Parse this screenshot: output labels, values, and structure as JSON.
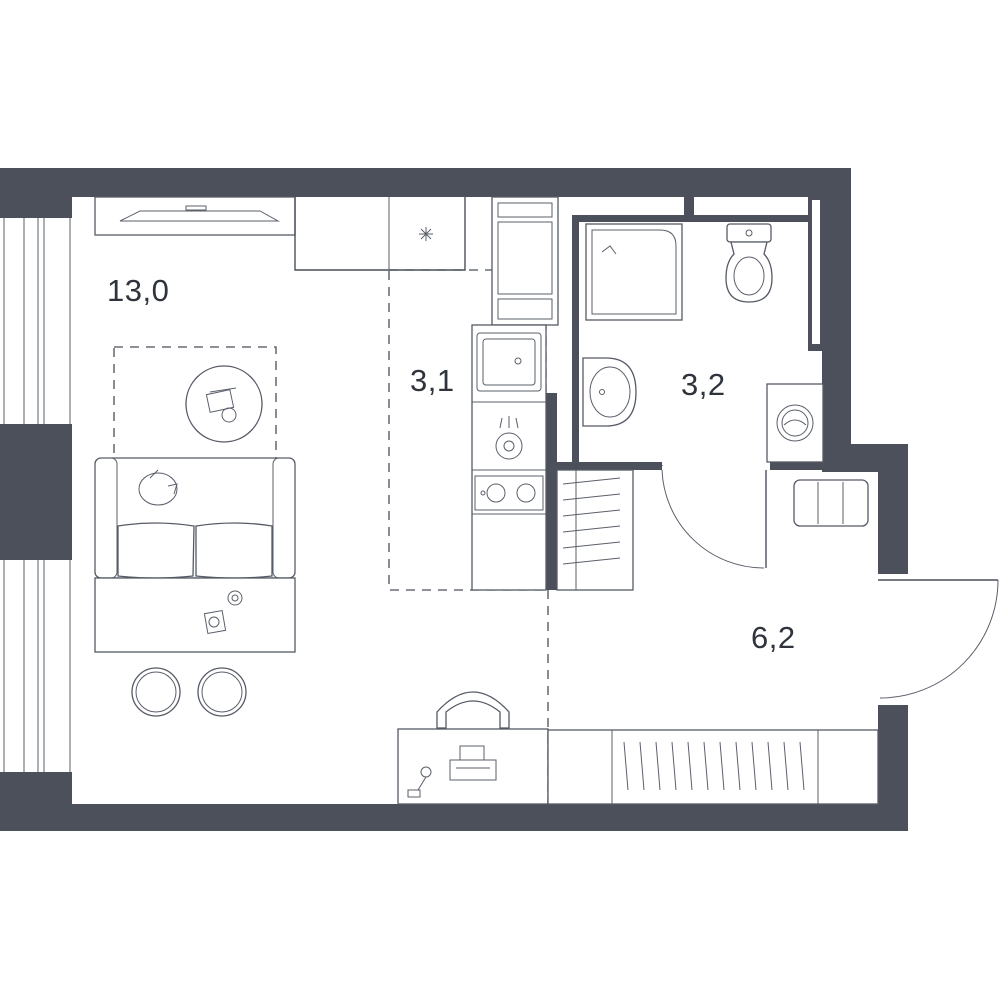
{
  "colors": {
    "wall": "#4b505b",
    "background": "#ffffff"
  },
  "rooms": [
    {
      "id": "living",
      "area": "13,0"
    },
    {
      "id": "kitchen",
      "area": "3,1"
    },
    {
      "id": "bathroom",
      "area": "3,2"
    },
    {
      "id": "hallway",
      "area": "6,2"
    }
  ]
}
